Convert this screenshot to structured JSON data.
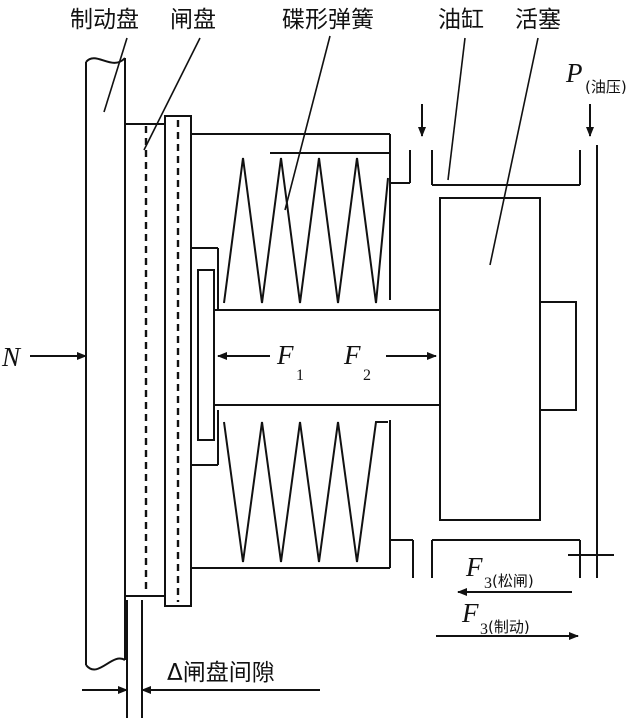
{
  "labels": {
    "brake_disc": "制动盘",
    "gate_disc": "闸盘",
    "disc_spring": "碟形弹簧",
    "oil_cylinder": "油缸",
    "piston": "活塞",
    "gap": "Δ闸盘间隙"
  },
  "symbols": {
    "N": "N",
    "F1": "F",
    "F1_sub": "1",
    "F2": "F",
    "F2_sub": "2",
    "P": "P",
    "P_sub": "(油压)",
    "F3_release": "F",
    "F3_release_sub": "3",
    "F3_release_note": "(松闸)",
    "F3_brake": "F",
    "F3_brake_sub": "3",
    "F3_brake_note": "(制动)"
  }
}
